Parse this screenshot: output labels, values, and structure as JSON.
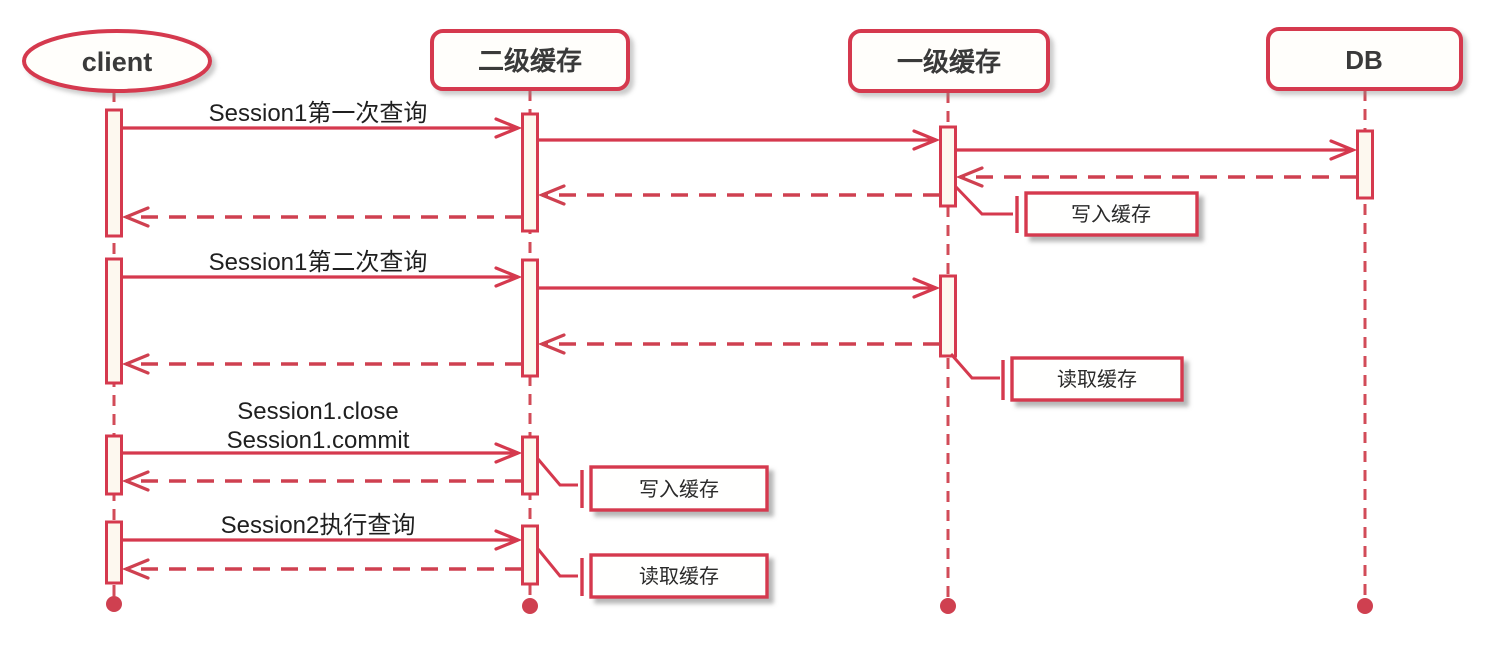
{
  "diagram_type": "uml-sequence",
  "colors": {
    "accent": "#d5394e",
    "lifeline": "#d24b58",
    "end_dot": "#cf4050",
    "text_dark": "#2a2a2a",
    "activation_fill": "#fdf8ef",
    "box_fill": "#fffefb",
    "background": "#ffffff"
  },
  "participants": [
    {
      "label": "client",
      "shape": "ellipse"
    },
    {
      "label": "二级缓存",
      "shape": "rounded-rect"
    },
    {
      "label": "一级缓存",
      "shape": "rounded-rect"
    },
    {
      "label": "DB",
      "shape": "rounded-rect"
    }
  ],
  "messages": [
    {
      "label": "Session1第一次查询",
      "from": "client",
      "to": "二级缓存",
      "style": "solid"
    },
    {
      "label": "",
      "from": "二级缓存",
      "to": "一级缓存",
      "style": "solid"
    },
    {
      "label": "",
      "from": "一级缓存",
      "to": "DB",
      "style": "solid"
    },
    {
      "label": "",
      "from": "DB",
      "to": "一级缓存",
      "style": "dashed-return"
    },
    {
      "label": "",
      "from": "一级缓存",
      "to": "二级缓存",
      "style": "dashed-return"
    },
    {
      "label": "",
      "from": "二级缓存",
      "to": "client",
      "style": "dashed-return"
    },
    {
      "label": "Session1第二次查询",
      "from": "client",
      "to": "二级缓存",
      "style": "solid"
    },
    {
      "label": "",
      "from": "二级缓存",
      "to": "一级缓存",
      "style": "solid"
    },
    {
      "label": "",
      "from": "一级缓存",
      "to": "二级缓存",
      "style": "dashed-return"
    },
    {
      "label": "",
      "from": "二级缓存",
      "to": "client",
      "style": "dashed-return"
    },
    {
      "label_lines": [
        "Session1.close",
        "Session1.commit"
      ],
      "from": "client",
      "to": "二级缓存",
      "style": "solid"
    },
    {
      "label": "",
      "from": "二级缓存",
      "to": "client",
      "style": "dashed-return"
    },
    {
      "label": "Session2执行查询",
      "from": "client",
      "to": "二级缓存",
      "style": "solid"
    },
    {
      "label": "",
      "from": "二级缓存",
      "to": "client",
      "style": "dashed-return"
    }
  ],
  "notes": [
    {
      "label": "写入缓存",
      "attached_to": "一级缓存"
    },
    {
      "label": "读取缓存",
      "attached_to": "一级缓存"
    },
    {
      "label": "写入缓存",
      "attached_to": "二级缓存"
    },
    {
      "label": "读取缓存",
      "attached_to": "二级缓存"
    }
  ]
}
